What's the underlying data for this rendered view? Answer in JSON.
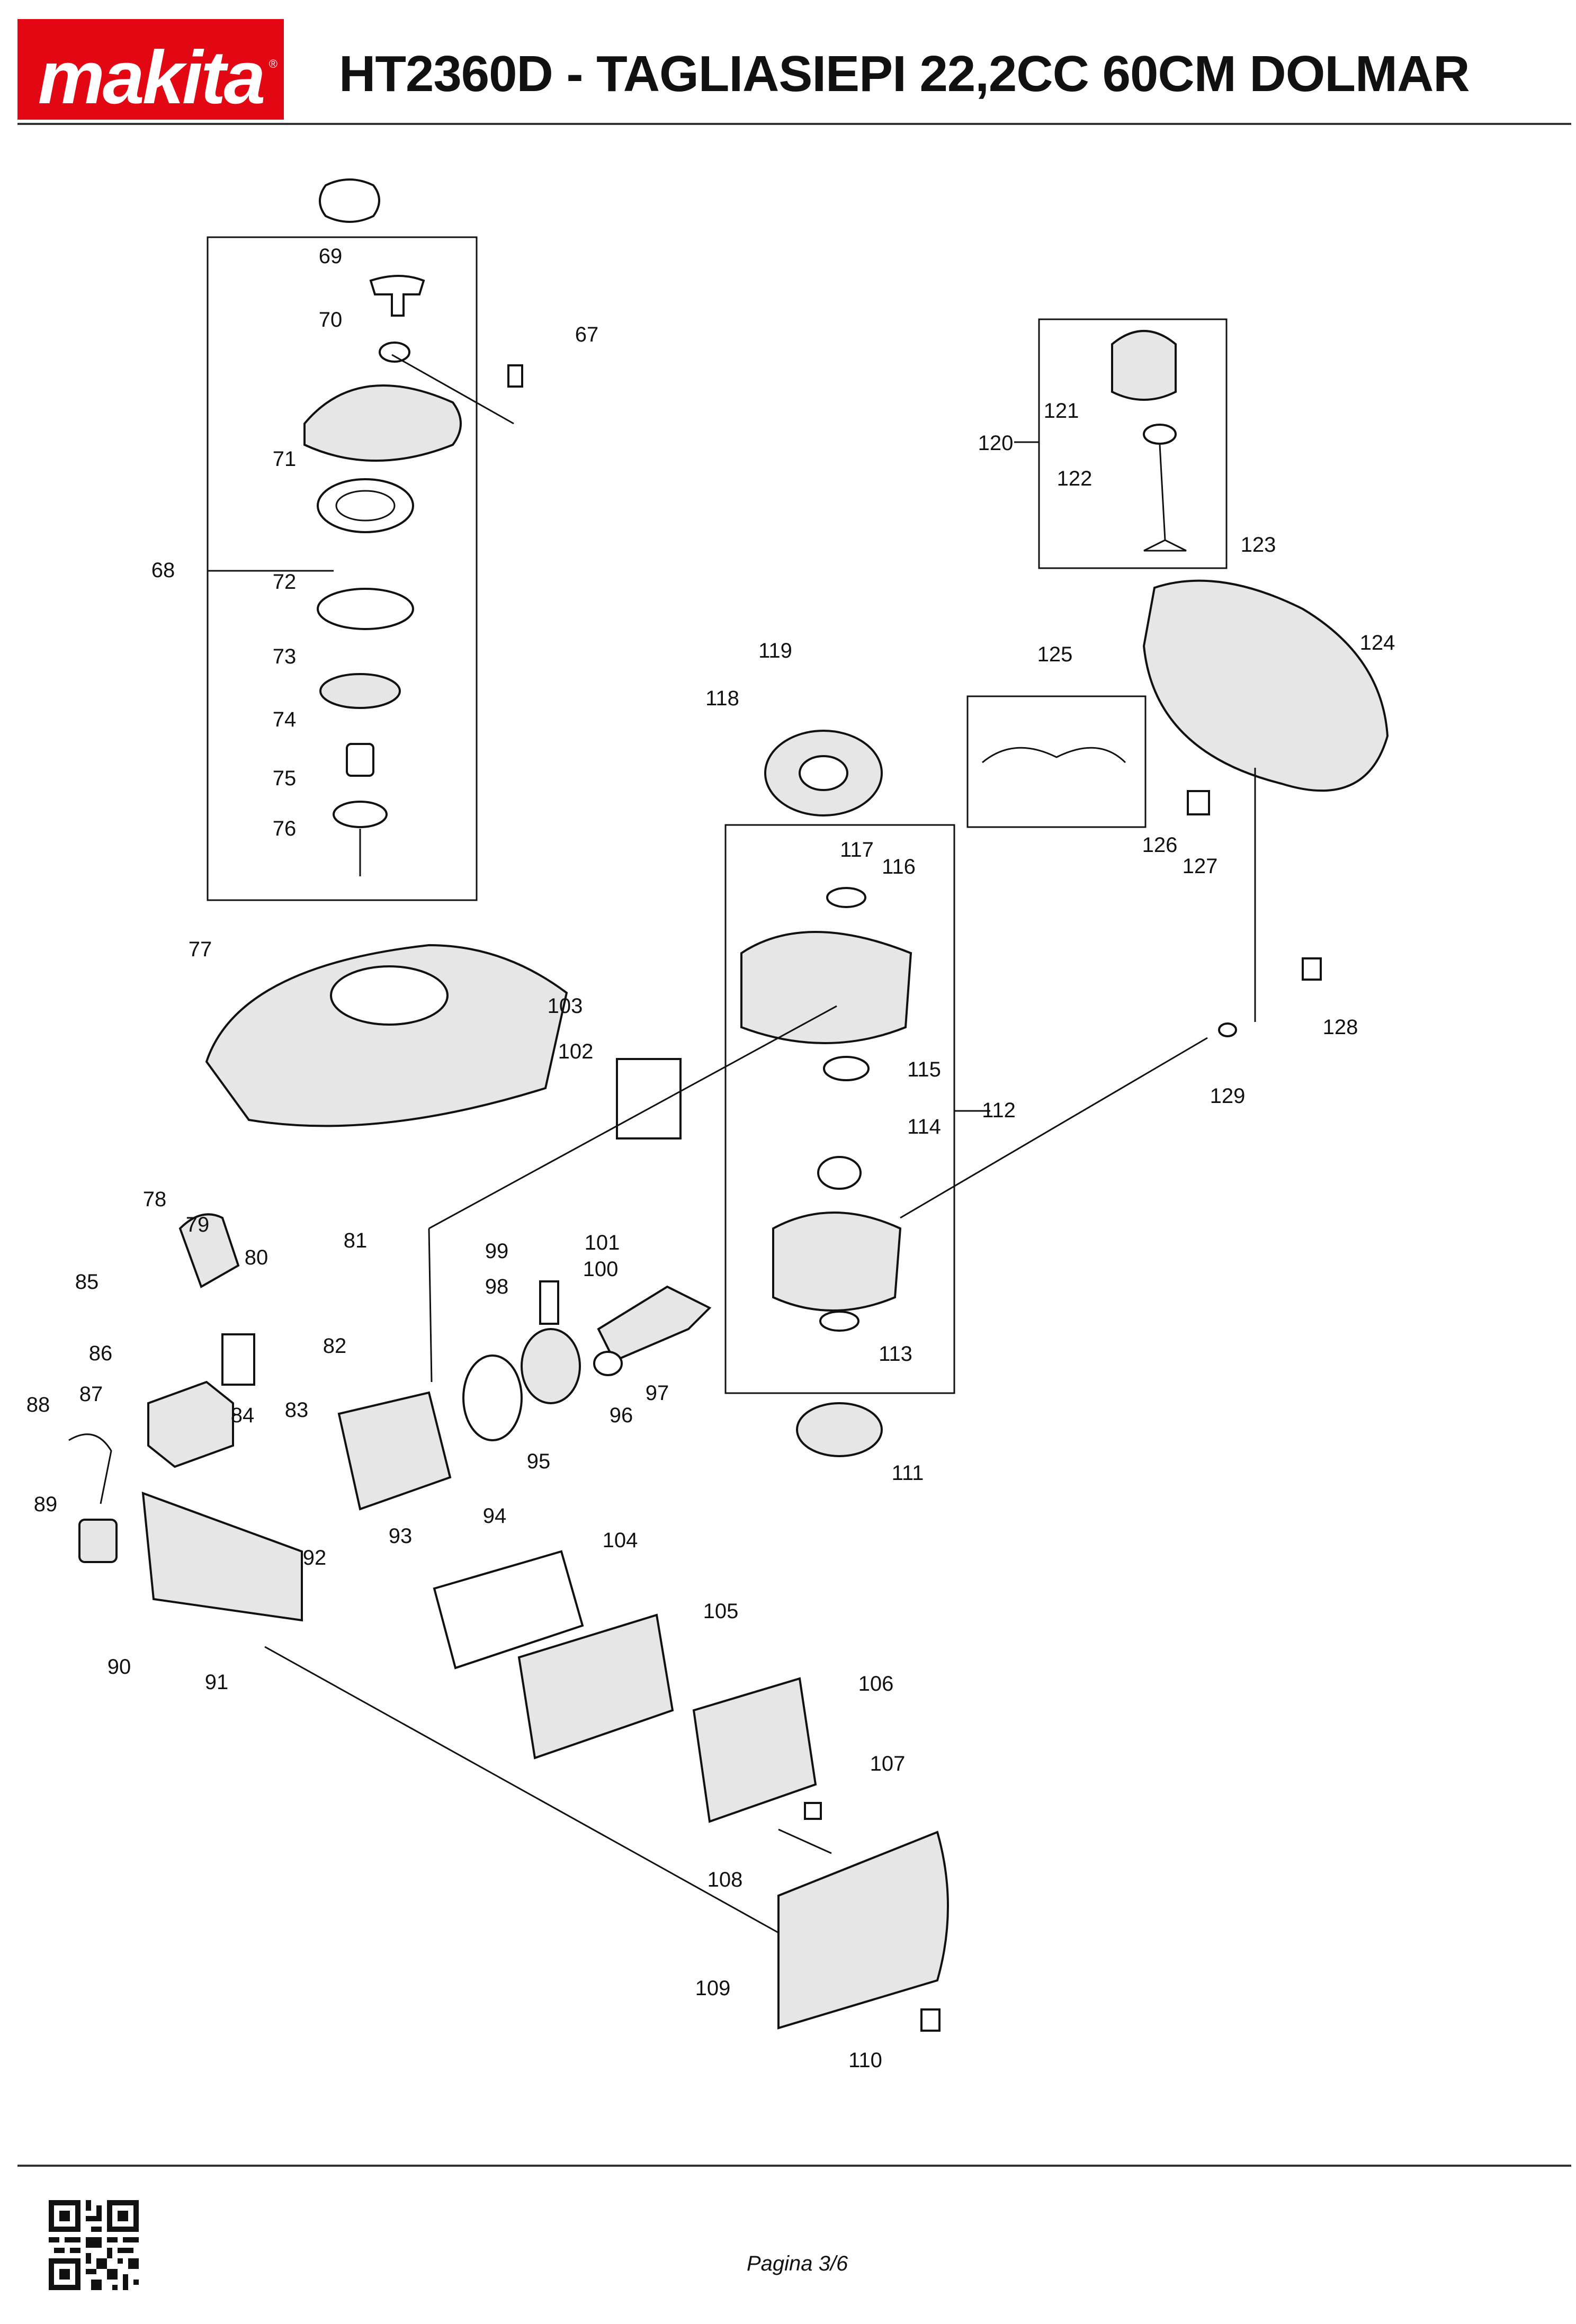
{
  "header": {
    "brand": "makita",
    "title": "HT2360D - TAGLIASIEPI 22,2CC 60CM DOLMAR"
  },
  "diagram": {
    "part_numbers": [
      "67",
      "68",
      "69",
      "70",
      "71",
      "72",
      "73",
      "74",
      "75",
      "76",
      "77",
      "78",
      "79",
      "80",
      "81",
      "82",
      "83",
      "84",
      "85",
      "86",
      "87",
      "88",
      "89",
      "90",
      "91",
      "92",
      "93",
      "94",
      "95",
      "96",
      "97",
      "98",
      "99",
      "100",
      "101",
      "102",
      "103",
      "104",
      "105",
      "106",
      "107",
      "108",
      "109",
      "110",
      "111",
      "112",
      "113",
      "114",
      "115",
      "116",
      "117",
      "118",
      "119",
      "120",
      "121",
      "122",
      "123",
      "124",
      "125",
      "126",
      "127",
      "128",
      "129"
    ]
  },
  "footer": {
    "page": "Pagina 3/6"
  }
}
